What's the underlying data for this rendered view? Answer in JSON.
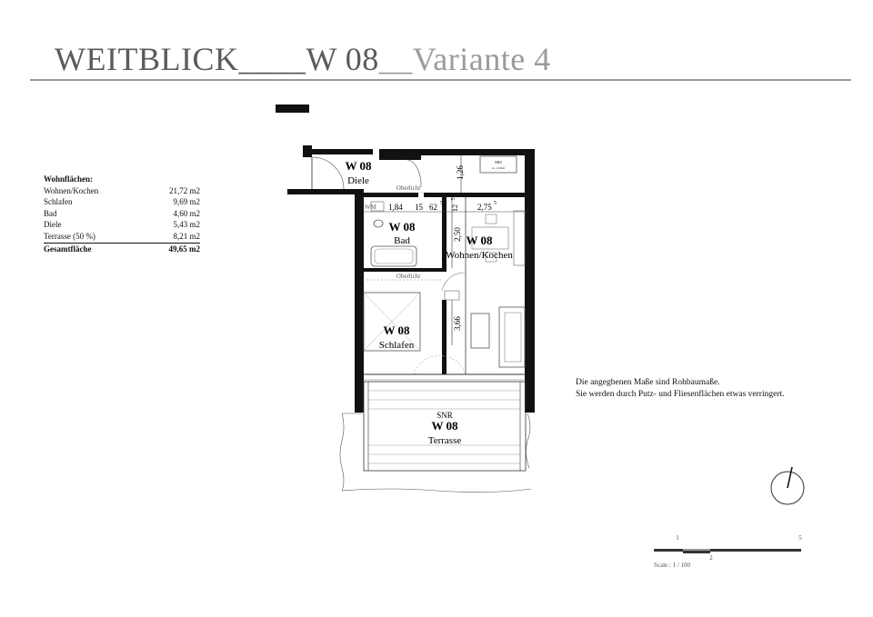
{
  "header": {
    "title_main": "WEITBLICK____W 08",
    "title_sub": "__Variante 4"
  },
  "areas": {
    "heading": "Wohnflächen:",
    "rows": [
      {
        "label": "Wohnen/Kochen",
        "value": "21,72 m2"
      },
      {
        "label": "Schlafen",
        "value": "9,69 m2"
      },
      {
        "label": "Bad",
        "value": "4,60 m2"
      },
      {
        "label": "Diele",
        "value": "5,43 m2"
      },
      {
        "label": "Terrasse (50 %)",
        "value": "8,21 m2"
      }
    ],
    "total": {
      "label": "Gesamtfläche",
      "value": "49,65 m2"
    }
  },
  "rooms": {
    "diele": {
      "unit": "W 08",
      "name": "Diele"
    },
    "bad": {
      "unit": "W 08",
      "name": "Bad"
    },
    "wohnen": {
      "unit": "W 08",
      "name": "Wohnen/Kochen"
    },
    "schlafen": {
      "unit": "W 08",
      "name": "Schlafen"
    },
    "terrasse": {
      "prefix": "SNR",
      "unit": "W 08",
      "name": "Terrasse"
    }
  },
  "labels": {
    "oberlicht_1": "Oberlicht",
    "oberlicht_2": "Oberlicht",
    "wm": "WM",
    "ers": "ERS",
    "ers_sub": "ca. 1,50 m"
  },
  "dimensions": {
    "d_126": "1,26",
    "d_184": "1,84",
    "d_15": "15",
    "d_62": "62",
    "d_62_sup": "5",
    "d_12": "12",
    "d_12_sup": "5",
    "d_275": "2,75",
    "d_275_sup": "5",
    "d_250": "2,50",
    "d_366": "3,66"
  },
  "note": {
    "line1": "Die angegbenen Maße sind Rohbaumaße.",
    "line2": "Sie werden durch Putz- und Fliesenflächen etwas verringert."
  },
  "scale": {
    "tick_1": "1",
    "tick_2": "2",
    "tick_5": "5",
    "label": "Scale : 1 / 100"
  },
  "colors": {
    "wall": "#111111",
    "title_main": "#5b5b5b",
    "title_sub": "#9b9b9b"
  }
}
